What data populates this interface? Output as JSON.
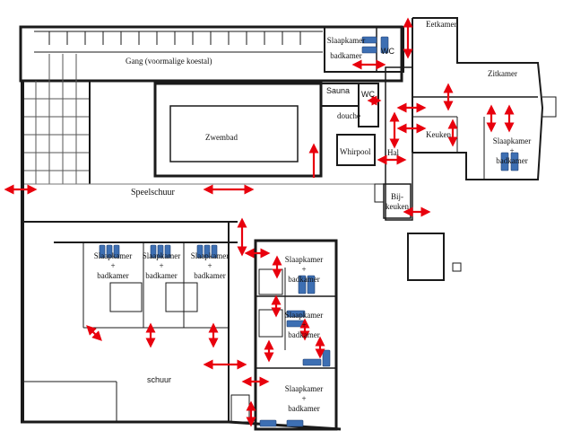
{
  "rooms": {
    "gang": "Gang (voormalige koestal)",
    "zwembad": "Zwembad",
    "speelschuur": "Speelschuur",
    "schuur": "schuur",
    "sauna": "Sauna",
    "douche": "douche",
    "wc": "WC",
    "whirlpool": "Whirpool",
    "hal": "Hal",
    "keuken": "Keuken",
    "eetkamer": "Eetkamer",
    "zitkamer": "Zitkamer",
    "bijkeuken": "Bij-\nkeuken",
    "slaapkamer": "Slaapkamer",
    "plus": "+",
    "badkamer": "badkamer"
  },
  "colors": {
    "wall": "#1a1a1a",
    "arrow": "#e8000d",
    "bed": "#3d6fb3",
    "bed_stroke": "#1f3f6e"
  }
}
